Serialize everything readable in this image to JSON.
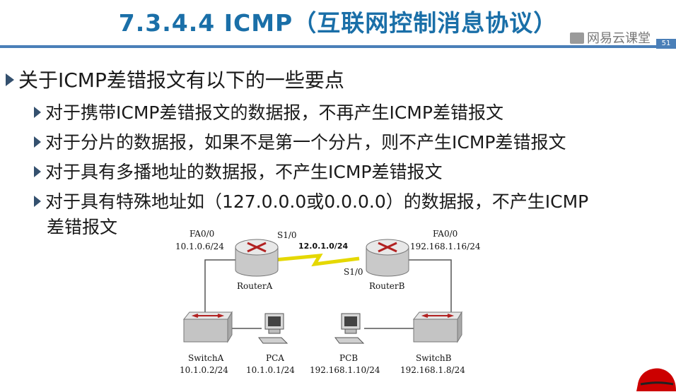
{
  "slide": {
    "title": "7.3.4.4    ICMP（互联网控制消息协议）",
    "page_number": "51",
    "watermark": "网易云课堂"
  },
  "content": {
    "main_bullet": "关于ICMP差错报文有以下的一些要点",
    "sub_bullets": [
      "对于携带ICMP差错报文的数据报，不再产生ICMP差错报文",
      "对于分片的数据报，如果不是第一个分片，则不产生ICMP差错报文",
      "对于具有多播地址的数据报，不产生ICMP差错报文",
      "对于具有特殊地址如（127.0.0.0或0.0.0.0）的数据报，不产生ICMP",
      "差错报文"
    ]
  },
  "diagram": {
    "routerA": {
      "name": "RouterA",
      "port_fa": "FA0/0",
      "ip_fa": "10.1.0.6/24",
      "port_s": "S1/0"
    },
    "routerB": {
      "name": "RouterB",
      "port_fa": "FA0/0",
      "ip_fa": "192.168.1.16/24",
      "port_s": "S1/0"
    },
    "serial_link": "12.0.1.0/24",
    "switchA": {
      "name": "SwitchA",
      "ip": "10.1.0.2/24"
    },
    "switchB": {
      "name": "SwitchB",
      "ip": "192.168.1.8/24"
    },
    "pcA": {
      "name": "PCA",
      "ip": "10.1.0.1/24"
    },
    "pcB": {
      "name": "PCB",
      "ip": "192.168.1.10/24"
    }
  }
}
